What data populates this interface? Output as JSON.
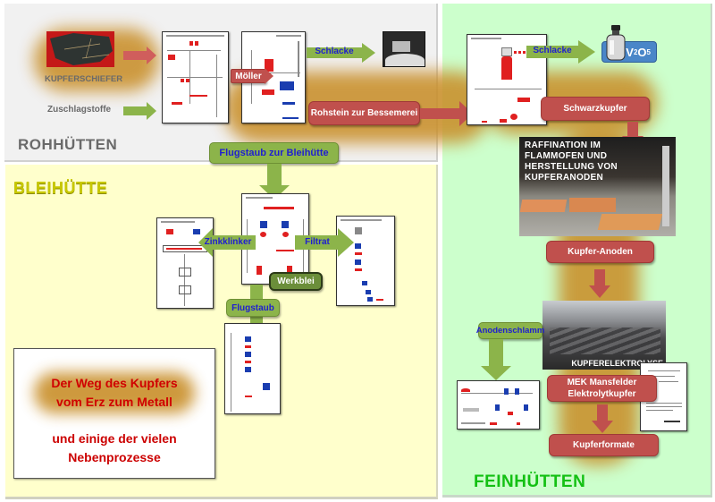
{
  "sections": {
    "rohhuetten": "ROHHÜTTEN",
    "bleihuette": "BLEIHÜTTE",
    "feinhuetten": "FEINHÜTTEN"
  },
  "inputs": {
    "kupferschiefer": "KUPFERSCHIEFER",
    "zuschlagstoffe": "Zuschlagstoffe"
  },
  "diagrams": {
    "moeller": "Möllervorbereitung auf den Rohhütten",
    "schachtofen": "Der Schachtofenprozeß",
    "bessemerei": "Bessemerei",
    "bleihuette": "Schema der Bleihütte",
    "zinkklinker": "Schema der Farbzinkoxidgewinnung",
    "filtrat": "Schema Rheniumgewinnung",
    "flugstaub": "Flugstaub-Verarbeitungsanlage",
    "anodenschlamm": "Anodenschlamm-Verarbeitung"
  },
  "green_labels": {
    "schlacke_roh": "Schlacke",
    "schlacke_fein": "Schlacke",
    "flugstaub_blei": "Flugstaub zur Bleihütte",
    "zinkklinker": "Zinkklinker",
    "filtrat": "Filtrat",
    "flugstaub": "Flugstaub",
    "anodenschlamm": "Anodenschlamm"
  },
  "red_labels": {
    "moeller": "Möller",
    "rohstein": "Rohstein zur Bessemerei",
    "schwarzkupfer": "Schwarzkupfer",
    "kupfer_anoden": "Kupfer-Anoden",
    "mek": "MEK Mansfelder Elektrolytkupfer",
    "kupferformate": "Kupferformate"
  },
  "dark_labels": {
    "werkblei": "Werkblei"
  },
  "photos": {
    "raffination": "RAFFINATION IM FLAMMOFEN UND HERSTELLUNG VON KUPFERANODEN",
    "elektrolyse": "KUPFERELEKTROLYSE"
  },
  "product_badge": {
    "base": "V",
    "sub1": "2",
    "mid": "O",
    "sub2": "5"
  },
  "infobox": {
    "line1": "Der Weg des Kupfers",
    "line2": "vom Erz zum Metall",
    "line3": "und einige der vielen",
    "line4": "Nebenprozesse"
  },
  "colors": {
    "rohhuetten_bg": "#f1f1f1",
    "bleihuette_bg": "#ffffcc",
    "feinhuetten_bg": "#ccffcc",
    "green_box": "#8cb44a",
    "green_text": "#1f1fd0",
    "red_box": "#c0504d",
    "glow": "#c98f2a",
    "bleihuette_title": "#c8c800",
    "feinhuetten_title": "#13c013"
  }
}
